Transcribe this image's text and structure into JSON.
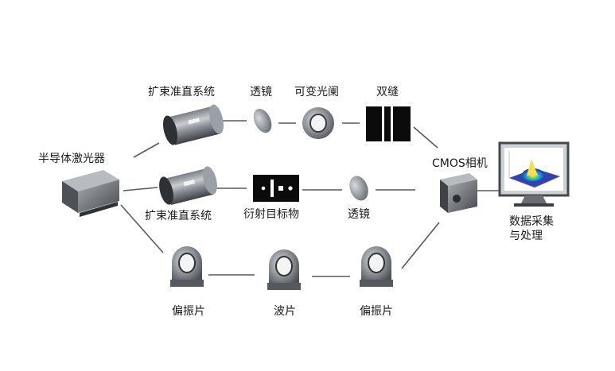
{
  "labels": {
    "laser": "半导体激光器",
    "expander_top": "扩束准直系统",
    "expander_mid": "扩束准直系统",
    "lens_top": "透镜",
    "iris": "可变光阑",
    "double_slit": "双缝",
    "diffraction_target": "衍射目标物",
    "lens_mid": "透镜",
    "camera": "CMOS相机",
    "processing": "数据采集\n与处理",
    "polarizer_left": "偏振片",
    "waveplate": "波片",
    "polarizer_right": "偏振片"
  }
}
